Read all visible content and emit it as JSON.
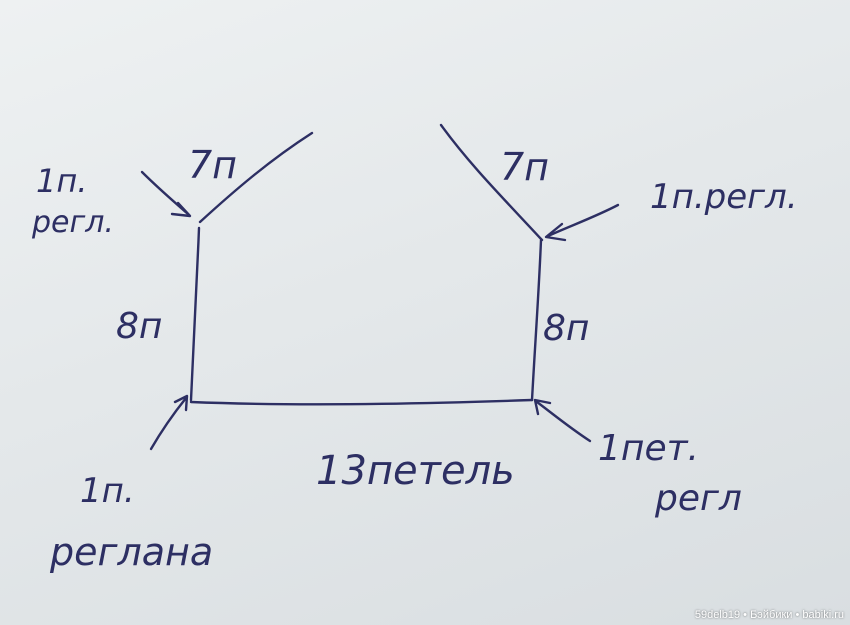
{
  "labels": {
    "top_left_count": "7п",
    "top_right_count": "7п",
    "top_left_raglan_1": "1п.",
    "top_left_raglan_2": "регл.",
    "top_right_raglan": "1п.регл.",
    "left_side": "8п",
    "right_side": "8п",
    "bottom_count": "13петель",
    "bottom_left_raglan_1": "1п.",
    "bottom_left_raglan_2": "реглана",
    "bottom_right_raglan_1": "1пет.",
    "bottom_right_raglan_2": "регл"
  },
  "watermark": "59delb19 • Бэйбики • babiki.ru",
  "colors": {
    "ink": "#2d2f63",
    "paper": "#e6eaec"
  }
}
